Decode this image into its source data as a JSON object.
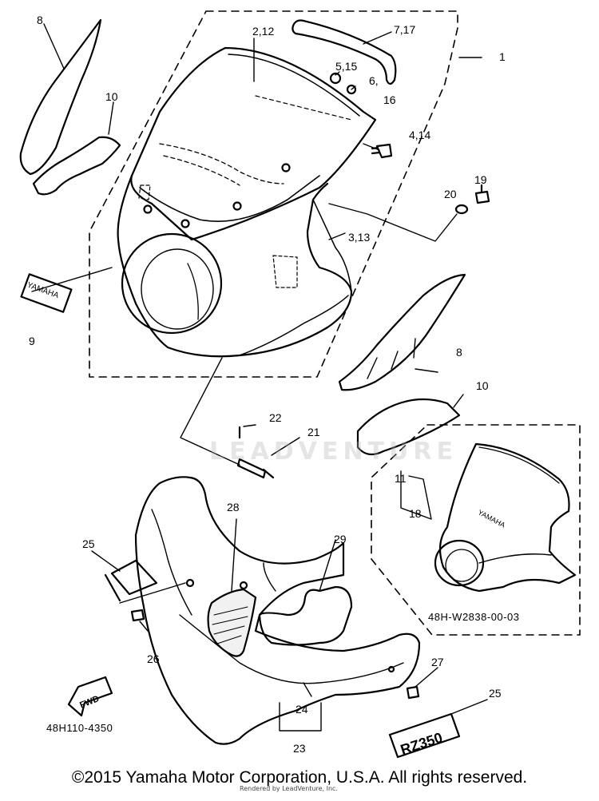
{
  "diagram": {
    "callouts": {
      "c1": "1",
      "c2_12": "2,12",
      "c3_13": "3,13",
      "c4_14": "4,14",
      "c5_15": "5,15",
      "c6_16a": "6,",
      "c6_16b": "16",
      "c7_17": "7,17",
      "c8_top": "8",
      "c8_mid": "8",
      "c9": "9",
      "c10_top": "10",
      "c10_mid": "10",
      "c11": "11",
      "c18": "18",
      "c19": "19",
      "c20": "20",
      "c21": "21",
      "c22": "22",
      "c23": "23",
      "c24": "24",
      "c25_left": "25",
      "c25_right": "25",
      "c26": "26",
      "c27": "27",
      "c28": "28",
      "c29": "29"
    },
    "emblem_text": "YAMAHA",
    "small_cowl_text": "YAMAHA",
    "fwd_label": "FWD",
    "plate_text": "RZ350",
    "part_number_left": "48H110-4350",
    "part_number_right": "48H-W2838-00-03"
  },
  "footer": {
    "copyright": "©2015 Yamaha Motor Corporation, U.S.A. All rights reserved.",
    "rendered_by": "Rendered by LeadVenture, Inc."
  },
  "watermark": {
    "text": "LEADVENTURE"
  }
}
